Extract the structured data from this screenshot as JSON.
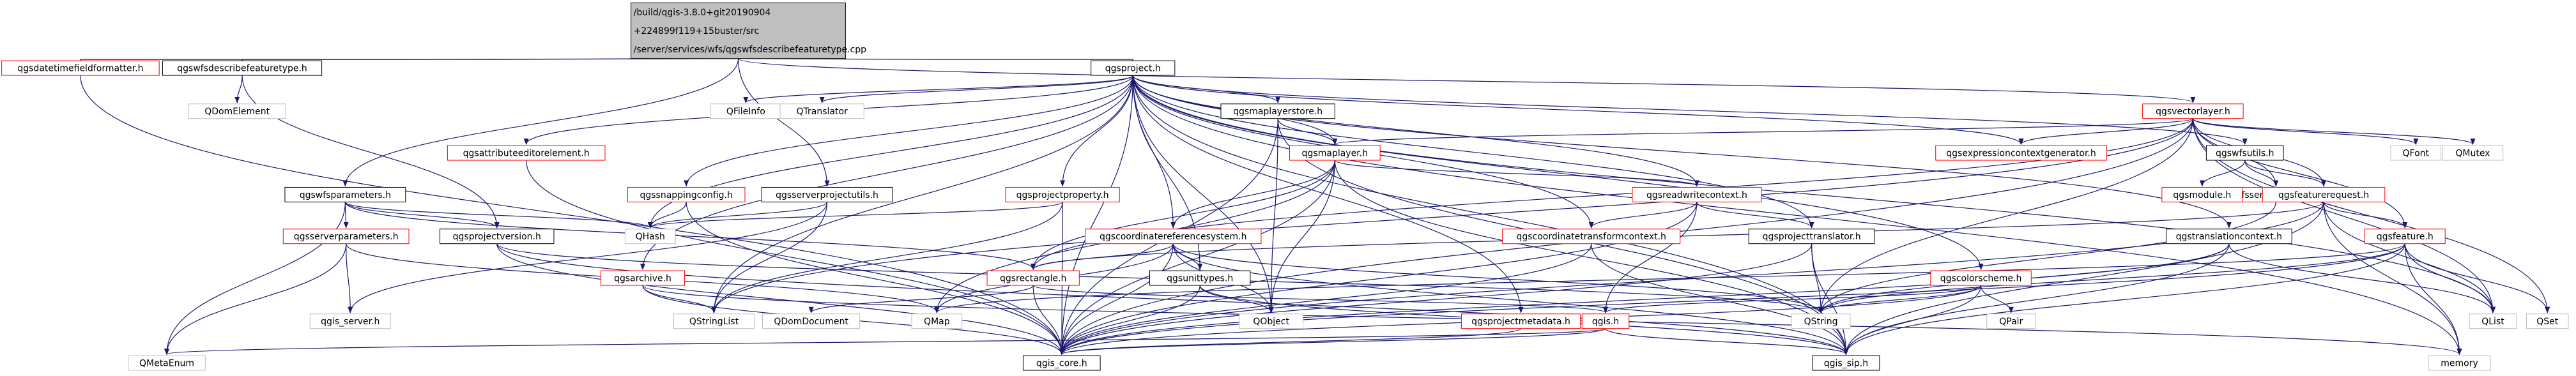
{
  "diagram": {
    "colors": {
      "edge": "#191970",
      "root_fill": "#bfbfbf",
      "default_stroke": "#000000",
      "external_stroke": "#bfbfbf",
      "incomplete_stroke": "#ff0000",
      "text": "#000000"
    },
    "nodes": [
      {
        "id": "root",
        "lines": [
          "/build/qgis-3.8.0+git20190904",
          "+224899f119+15buster/src",
          "/server/services/wfs/qgswfsdescribefeaturetype.cpp"
        ],
        "kind": "root"
      },
      {
        "id": "qgsdatetimefieldformatter",
        "lines": [
          "qgsdatetimefieldformatter.h"
        ],
        "kind": "incomplete"
      },
      {
        "id": "qgswfsdescribefeaturetype",
        "lines": [
          "qgswfsdescribefeaturetype.h"
        ],
        "kind": "normal"
      },
      {
        "id": "qdomelement",
        "lines": [
          "QDomElement"
        ],
        "kind": "external"
      },
      {
        "id": "qgsproject",
        "lines": [
          "qgsproject.h"
        ],
        "kind": "normal"
      },
      {
        "id": "qgsvectorlayer",
        "lines": [
          "qgsvectorlayer.h"
        ],
        "kind": "incomplete"
      },
      {
        "id": "qfileinfo",
        "lines": [
          "QFileInfo"
        ],
        "kind": "external"
      },
      {
        "id": "qtranslator",
        "lines": [
          "QTranslator"
        ],
        "kind": "external"
      },
      {
        "id": "qgsmaplayerstore",
        "lines": [
          "qgsmaplayerstore.h"
        ],
        "kind": "normal"
      },
      {
        "id": "qgsattributeeditorelement",
        "lines": [
          "qgsattributeeditorelement.h"
        ],
        "kind": "incomplete"
      },
      {
        "id": "qgswfsparameters",
        "lines": [
          "qgswfsparameters.h"
        ],
        "kind": "normal"
      },
      {
        "id": "qgssnappingconfig",
        "lines": [
          "qgssnappingconfig.h"
        ],
        "kind": "incomplete"
      },
      {
        "id": "qgsserverprojectutils",
        "lines": [
          "qgsserverprojectutils.h"
        ],
        "kind": "normal"
      },
      {
        "id": "qgsprojectproperty",
        "lines": [
          "qgsprojectproperty.h"
        ],
        "kind": "incomplete"
      },
      {
        "id": "qgsmaplayer",
        "lines": [
          "qgsmaplayer.h"
        ],
        "kind": "incomplete"
      },
      {
        "id": "qgscoordinatereferencesystem",
        "lines": [
          "qgscoordinatereferencesystem.h"
        ],
        "kind": "incomplete"
      },
      {
        "id": "qgsreadwritecontext",
        "lines": [
          "qgsreadwritecontext.h"
        ],
        "kind": "incomplete"
      },
      {
        "id": "qgswfsutils",
        "lines": [
          "qgswfsutils.h"
        ],
        "kind": "normal"
      },
      {
        "id": "qfont",
        "lines": [
          "QFont"
        ],
        "kind": "external"
      },
      {
        "id": "qmutex",
        "lines": [
          "QMutex"
        ],
        "kind": "external"
      },
      {
        "id": "qgsexpressioncontextgenerator",
        "lines": [
          "qgsexpressioncontextgenerator.h"
        ],
        "kind": "incomplete"
      },
      {
        "id": "qgswfsserviceexception",
        "lines": [
          "qgswfsserviceexception.h"
        ],
        "kind": "incomplete"
      },
      {
        "id": "qgsfeaturerequest",
        "lines": [
          "qgsfeaturerequest.h"
        ],
        "kind": "incomplete"
      },
      {
        "id": "qgsmodule",
        "lines": [
          "qgsmodule.h"
        ],
        "kind": "incomplete"
      },
      {
        "id": "qgsserverparameters",
        "lines": [
          "qgsserverparameters.h"
        ],
        "kind": "incomplete"
      },
      {
        "id": "qgsprojectversion",
        "lines": [
          "qgsprojectversion.h"
        ],
        "kind": "normal"
      },
      {
        "id": "qgsarchive",
        "lines": [
          "qgsarchive.h"
        ],
        "kind": "incomplete"
      },
      {
        "id": "qhash",
        "lines": [
          "QHash"
        ],
        "kind": "external"
      },
      {
        "id": "qgsrectangle",
        "lines": [
          "qgsrectangle.h"
        ],
        "kind": "incomplete"
      },
      {
        "id": "qgsunittypes",
        "lines": [
          "qgsunittypes.h"
        ],
        "kind": "normal"
      },
      {
        "id": "qgscoordinatetransformcontext",
        "lines": [
          "qgscoordinatetransformcontext.h"
        ],
        "kind": "incomplete"
      },
      {
        "id": "qgsprojecttranslator",
        "lines": [
          "qgsprojecttranslator.h"
        ],
        "kind": "normal"
      },
      {
        "id": "qgscolorscheme",
        "lines": [
          "qgscolorscheme.h"
        ],
        "kind": "incomplete"
      },
      {
        "id": "qgstranslationcontext",
        "lines": [
          "qgstranslationcontext.h"
        ],
        "kind": "normal"
      },
      {
        "id": "qgsfeature",
        "lines": [
          "qgsfeature.h"
        ],
        "kind": "incomplete"
      },
      {
        "id": "qgis_server",
        "lines": [
          "qgis_server.h"
        ],
        "kind": "external"
      },
      {
        "id": "qstringlist",
        "lines": [
          "QStringList"
        ],
        "kind": "external"
      },
      {
        "id": "qdomdocument",
        "lines": [
          "QDomDocument"
        ],
        "kind": "external"
      },
      {
        "id": "qmap",
        "lines": [
          "QMap"
        ],
        "kind": "external"
      },
      {
        "id": "qobject",
        "lines": [
          "QObject"
        ],
        "kind": "external"
      },
      {
        "id": "qgsprojectmetadata",
        "lines": [
          "qgsprojectmetadata.h"
        ],
        "kind": "incomplete"
      },
      {
        "id": "qgis",
        "lines": [
          "qgis.h"
        ],
        "kind": "incomplete"
      },
      {
        "id": "qstring",
        "lines": [
          "QString"
        ],
        "kind": "external"
      },
      {
        "id": "qpair",
        "lines": [
          "QPair"
        ],
        "kind": "external"
      },
      {
        "id": "qlist",
        "lines": [
          "QList"
        ],
        "kind": "external"
      },
      {
        "id": "qset",
        "lines": [
          "QSet"
        ],
        "kind": "external"
      },
      {
        "id": "qmetaenum",
        "lines": [
          "QMetaEnum"
        ],
        "kind": "external"
      },
      {
        "id": "qgis_core",
        "lines": [
          "qgis_core.h"
        ],
        "kind": "normal"
      },
      {
        "id": "qgis_sip",
        "lines": [
          "qgis_sip.h"
        ],
        "kind": "normal"
      },
      {
        "id": "memory",
        "lines": [
          "memory"
        ],
        "kind": "external"
      }
    ],
    "edges": [
      [
        "root",
        "qgsdatetimefieldformatter"
      ],
      [
        "root",
        "qgswfsdescribefeaturetype"
      ],
      [
        "root",
        "qgsproject"
      ],
      [
        "root",
        "qgsvectorlayer"
      ],
      [
        "root",
        "qgswfsparameters"
      ],
      [
        "root",
        "qgsserverprojectutils"
      ],
      [
        "qgsdatetimefieldformatter",
        "qgis_core"
      ],
      [
        "qgswfsdescribefeaturetype",
        "qdomelement"
      ],
      [
        "qgswfsdescribefeaturetype",
        "qgsprojectversion"
      ],
      [
        "qgsproject",
        "qfileinfo"
      ],
      [
        "qgsproject",
        "qtranslator"
      ],
      [
        "qgsproject",
        "qgsmaplayerstore"
      ],
      [
        "qgsproject",
        "qgsattributeeditorelement"
      ],
      [
        "qgsproject",
        "qgssnappingconfig"
      ],
      [
        "qgsproject",
        "qgsprojectproperty"
      ],
      [
        "qgsproject",
        "qgsmaplayer"
      ],
      [
        "qgsproject",
        "qgscoordinatereferencesystem"
      ],
      [
        "qgsproject",
        "qgsreadwritecontext"
      ],
      [
        "qgsproject",
        "qgsexpressioncontextgenerator"
      ],
      [
        "qgsproject",
        "qgswfsutils"
      ],
      [
        "qgsproject",
        "qgsarchive"
      ],
      [
        "qgsproject",
        "qhash"
      ],
      [
        "qgsproject",
        "qgsunittypes"
      ],
      [
        "qgsproject",
        "qgscoordinatetransformcontext"
      ],
      [
        "qgsproject",
        "qgsprojecttranslator"
      ],
      [
        "qgsproject",
        "qgscolorscheme"
      ],
      [
        "qgsproject",
        "qgstranslationcontext"
      ],
      [
        "qgsproject",
        "qstringlist"
      ],
      [
        "qgsproject",
        "qobject"
      ],
      [
        "qgsproject",
        "qgsprojectmetadata"
      ],
      [
        "qgsproject",
        "qgis_core"
      ],
      [
        "qgsproject",
        "qgis_sip"
      ],
      [
        "qgsproject",
        "qlist"
      ],
      [
        "qgsproject",
        "memory"
      ],
      [
        "qgsvectorlayer",
        "qfont"
      ],
      [
        "qgsvectorlayer",
        "qmutex"
      ],
      [
        "qgsvectorlayer",
        "qgsexpressioncontextgenerator"
      ],
      [
        "qgsvectorlayer",
        "qgsmaplayer"
      ],
      [
        "qgsvectorlayer",
        "qgsfeaturerequest"
      ],
      [
        "qgsvectorlayer",
        "qgsfeature"
      ],
      [
        "qgsvectorlayer",
        "qgswfsserviceexception"
      ],
      [
        "qgsvectorlayer",
        "qgsrectangle"
      ],
      [
        "qgsvectorlayer",
        "qlist"
      ],
      [
        "qgsvectorlayer",
        "qset"
      ],
      [
        "qgsvectorlayer",
        "qstring"
      ],
      [
        "qgsvectorlayer",
        "qstringlist"
      ],
      [
        "qgsvectorlayer",
        "qgis_core"
      ],
      [
        "qgsmaplayerstore",
        "qgsmaplayer"
      ],
      [
        "qgsmaplayerstore",
        "qobject"
      ],
      [
        "qgsmaplayerstore",
        "qgis_core"
      ],
      [
        "qgsmaplayerstore",
        "qgis_sip"
      ],
      [
        "qgsattributeeditorelement",
        "qgis_core"
      ],
      [
        "qgswfsparameters",
        "qgsserverparameters"
      ],
      [
        "qgswfsparameters",
        "qgsprojectversion"
      ],
      [
        "qgswfsparameters",
        "qgsrectangle"
      ],
      [
        "qgswfsparameters",
        "qmetaenum"
      ],
      [
        "qgswfsparameters",
        "qhash"
      ],
      [
        "qgssnappingconfig",
        "qhash"
      ],
      [
        "qgssnappingconfig",
        "qgis_core"
      ],
      [
        "qgsserverprojectutils",
        "qgis_server"
      ],
      [
        "qgsserverprojectutils",
        "qhash"
      ],
      [
        "qgsserverprojectutils",
        "qstringlist"
      ],
      [
        "qgsprojectproperty",
        "qhash"
      ],
      [
        "qgsprojectproperty",
        "qstringlist"
      ],
      [
        "qgsprojectproperty",
        "qgis_core"
      ],
      [
        "qgsmaplayer",
        "qgsrectangle"
      ],
      [
        "qgsmaplayer",
        "qgscoordinatereferencesystem"
      ],
      [
        "qgsmaplayer",
        "qgsreadwritecontext"
      ],
      [
        "qgsmaplayer",
        "qmap"
      ],
      [
        "qgsmaplayer",
        "qobject"
      ],
      [
        "qgsmaplayer",
        "qgis_core"
      ],
      [
        "qgsmaplayer",
        "qgis_sip"
      ],
      [
        "qgscoordinatereferencesystem",
        "qgsrectangle"
      ],
      [
        "qgscoordinatereferencesystem",
        "qgsunittypes"
      ],
      [
        "qgscoordinatereferencesystem",
        "qstring"
      ],
      [
        "qgscoordinatereferencesystem",
        "qmap"
      ],
      [
        "qgscoordinatereferencesystem",
        "qobject"
      ],
      [
        "qgscoordinatereferencesystem",
        "qgis_core"
      ],
      [
        "qgscoordinatereferencesystem",
        "qgis_sip"
      ],
      [
        "qgsreadwritecontext",
        "qgscoordinatetransformcontext"
      ],
      [
        "qgsreadwritecontext",
        "qgsprojecttranslator"
      ],
      [
        "qgsreadwritecontext",
        "qgis"
      ],
      [
        "qgsreadwritecontext",
        "qgis_core"
      ],
      [
        "qgswfsutils",
        "qgsmodule"
      ],
      [
        "qgswfsutils",
        "qgswfsserviceexception"
      ],
      [
        "qgswfsutils",
        "qgsfeaturerequest"
      ],
      [
        "qgswfsserviceexception",
        "qstring"
      ],
      [
        "qgsfeaturerequest",
        "qgsfeature"
      ],
      [
        "qgsfeaturerequest",
        "qgsrectangle"
      ],
      [
        "qgsfeaturerequest",
        "qlist"
      ],
      [
        "qgsfeaturerequest",
        "memory"
      ],
      [
        "qgsfeaturerequest",
        "qgis_core"
      ],
      [
        "qgsfeaturerequest",
        "qgis_sip"
      ],
      [
        "qgsserverparameters",
        "qgis_server"
      ],
      [
        "qgsserverparameters",
        "qmetaenum"
      ],
      [
        "qgsserverparameters",
        "qmap"
      ],
      [
        "qgsprojectversion",
        "qstring"
      ],
      [
        "qgsprojectversion",
        "qgis_core"
      ],
      [
        "qgsprojectversion",
        "qgis_sip"
      ],
      [
        "qgsarchive",
        "qstringlist"
      ],
      [
        "qgsarchive",
        "qgis_core"
      ],
      [
        "qgsarchive",
        "memory"
      ],
      [
        "qgsrectangle",
        "qdomdocument"
      ],
      [
        "qgsrectangle",
        "qgis_core"
      ],
      [
        "qgsrectangle",
        "qgis"
      ],
      [
        "qgsunittypes",
        "qobject"
      ],
      [
        "qgsunittypes",
        "qgis_core"
      ],
      [
        "qgsunittypes",
        "qgis_sip"
      ],
      [
        "qgscoordinatetransformcontext",
        "qgis_core"
      ],
      [
        "qgscoordinatetransformcontext",
        "qgis_sip"
      ],
      [
        "qgsprojecttranslator",
        "qstring"
      ],
      [
        "qgsprojecttranslator",
        "qgis_core"
      ],
      [
        "qgsprojecttranslator",
        "qgis_sip"
      ],
      [
        "qgscolorscheme",
        "qstring"
      ],
      [
        "qgscolorscheme",
        "qpair"
      ],
      [
        "qgscolorscheme",
        "qgis"
      ],
      [
        "qgscolorscheme",
        "qgis_sip"
      ],
      [
        "qgscolorscheme",
        "qgis_core"
      ],
      [
        "qgstranslationcontext",
        "qstring"
      ],
      [
        "qgstranslationcontext",
        "qlist"
      ],
      [
        "qgstranslationcontext",
        "qgis_core"
      ],
      [
        "qgstranslationcontext",
        "qgis_sip"
      ],
      [
        "qgsfeature",
        "qmap"
      ],
      [
        "qgsfeature",
        "qstring"
      ],
      [
        "qgsfeature",
        "qlist"
      ],
      [
        "qgsfeature",
        "qset"
      ],
      [
        "qgsfeature",
        "memory"
      ],
      [
        "qgsfeature",
        "qgis_core"
      ],
      [
        "qgsfeature",
        "qgis_sip"
      ],
      [
        "qgsprojectmetadata",
        "qgis_core"
      ],
      [
        "qgis",
        "qmetaenum"
      ],
      [
        "qgis",
        "qgis_core"
      ],
      [
        "qgis",
        "qgis_sip"
      ]
    ]
  }
}
